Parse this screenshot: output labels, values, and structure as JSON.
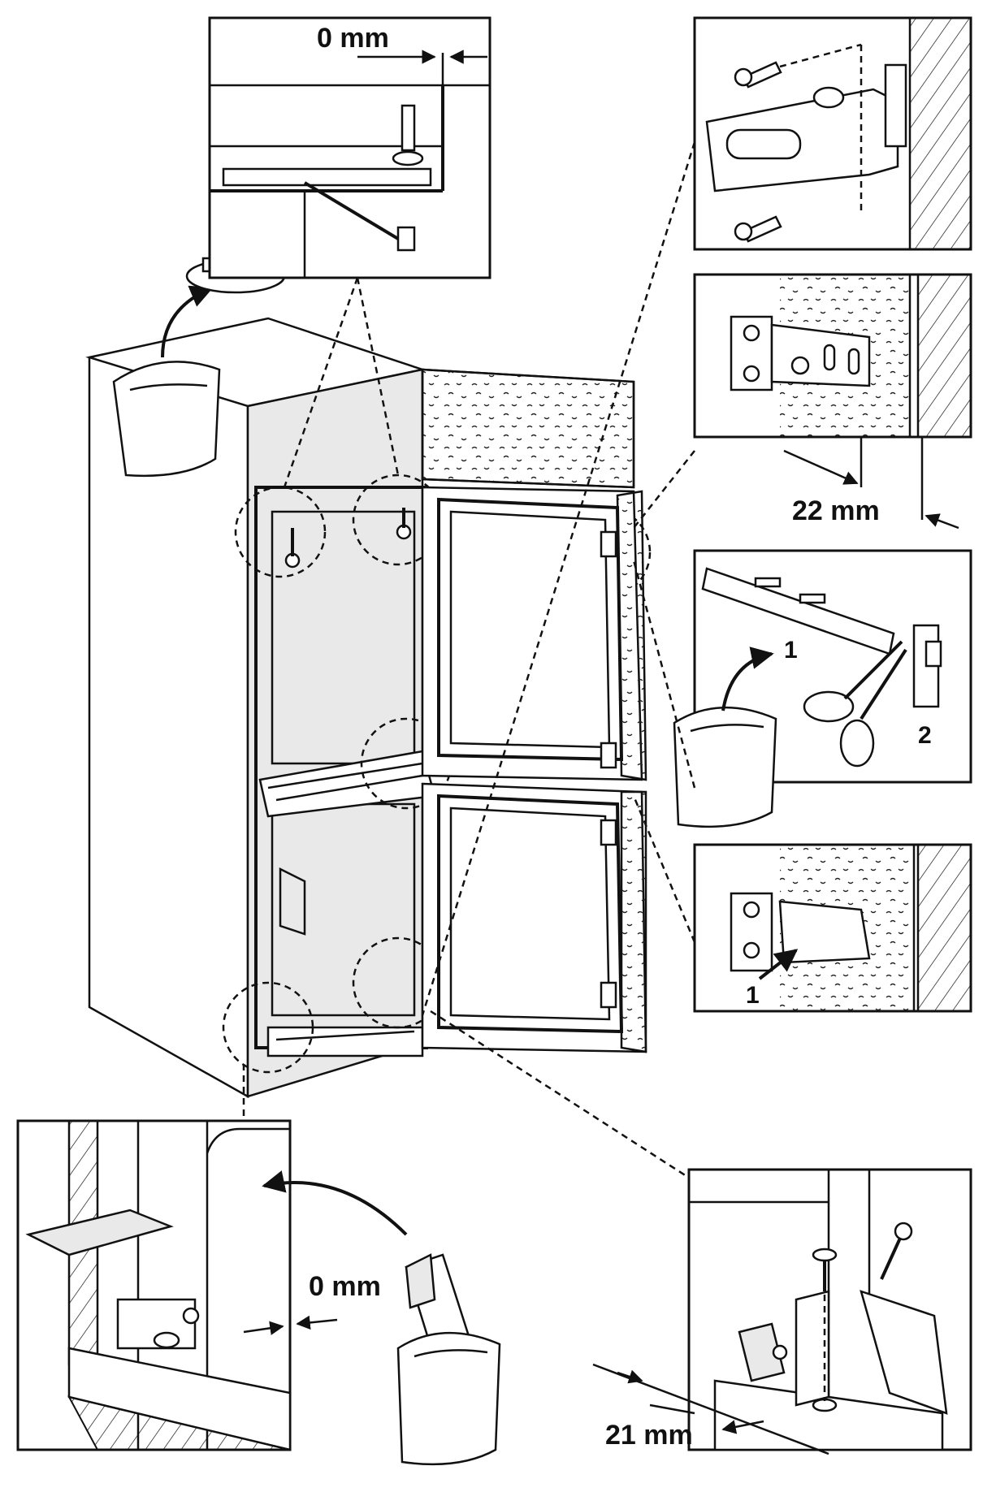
{
  "dimensions": {
    "top_gap": "0 mm",
    "right_setback": "22 mm",
    "bottom_left_gap": "0 mm",
    "bottom_right_setback": "21 mm"
  },
  "step_numbers": {
    "cut_step_1": "1",
    "cut_step_2": "2",
    "insert_step_1": "1"
  }
}
